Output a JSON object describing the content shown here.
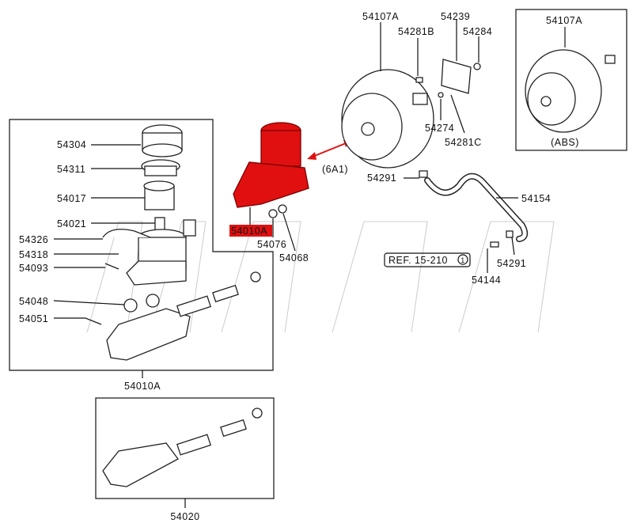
{
  "highlight_color": "#e01010",
  "watermark": "MRP",
  "labels": {
    "booster_top": "54107A",
    "gasket": "54239",
    "pin_b": "54281B",
    "nut_54284": "54284",
    "washer_54274": "54274",
    "pin_c": "54281C",
    "clamp_upper": "54291",
    "hose": "54154",
    "connector_ref": "(6A1)",
    "ref": "REF. 15-210",
    "ref_circle": "1",
    "bolt_54144": "54144",
    "clamp_lower": "54291",
    "abs_booster": "54107A",
    "abs_caption": "(ABS)",
    "cap": "54304",
    "strainer": "54311",
    "reservoir": "54017",
    "seal": "54021",
    "sensor": "54326",
    "hose_clip": "54318",
    "screw": "54093",
    "grommet": "54048",
    "pin_screw": "54051",
    "assembly_box": "54010A",
    "highlighted_part": "54010A",
    "nut_54076": "54076",
    "nut_54068": "54068",
    "kit_box": "54020"
  }
}
